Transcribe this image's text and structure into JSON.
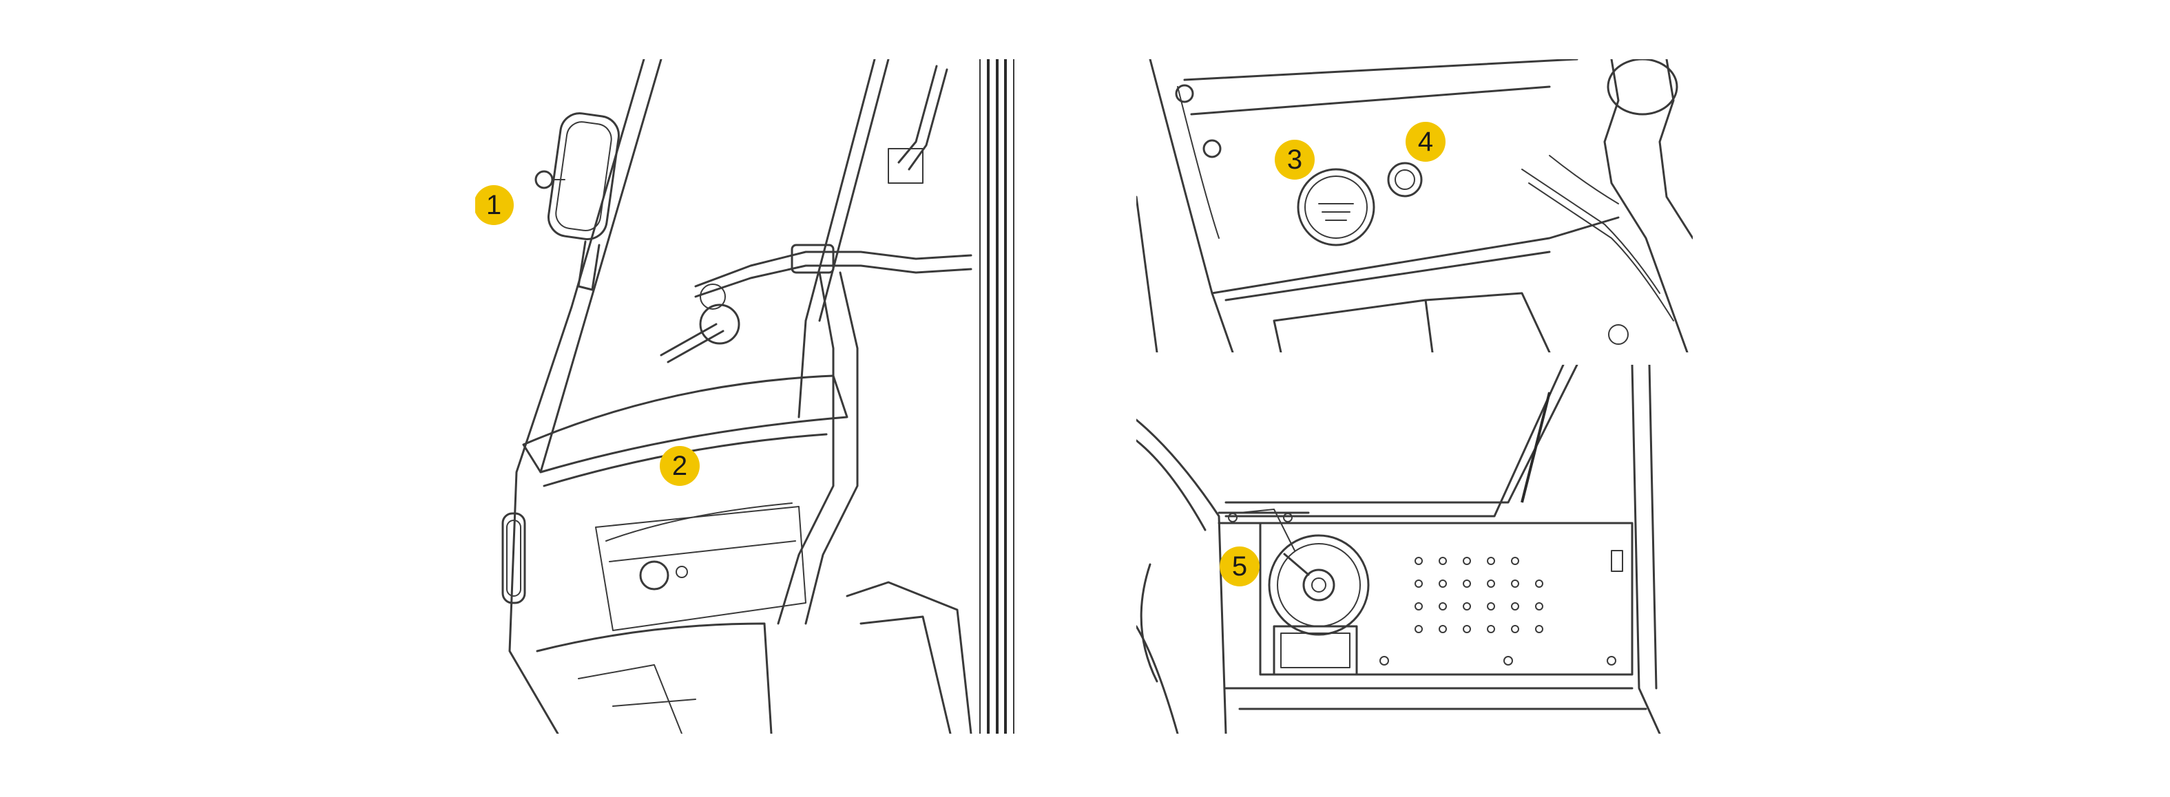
{
  "callouts": {
    "c1": "1",
    "c2": "2",
    "c3": "3",
    "c4": "4",
    "c5": "5"
  },
  "colors": {
    "callout_fill": "#f2c500",
    "line": "#3a3a3a",
    "background": "#ffffff"
  }
}
